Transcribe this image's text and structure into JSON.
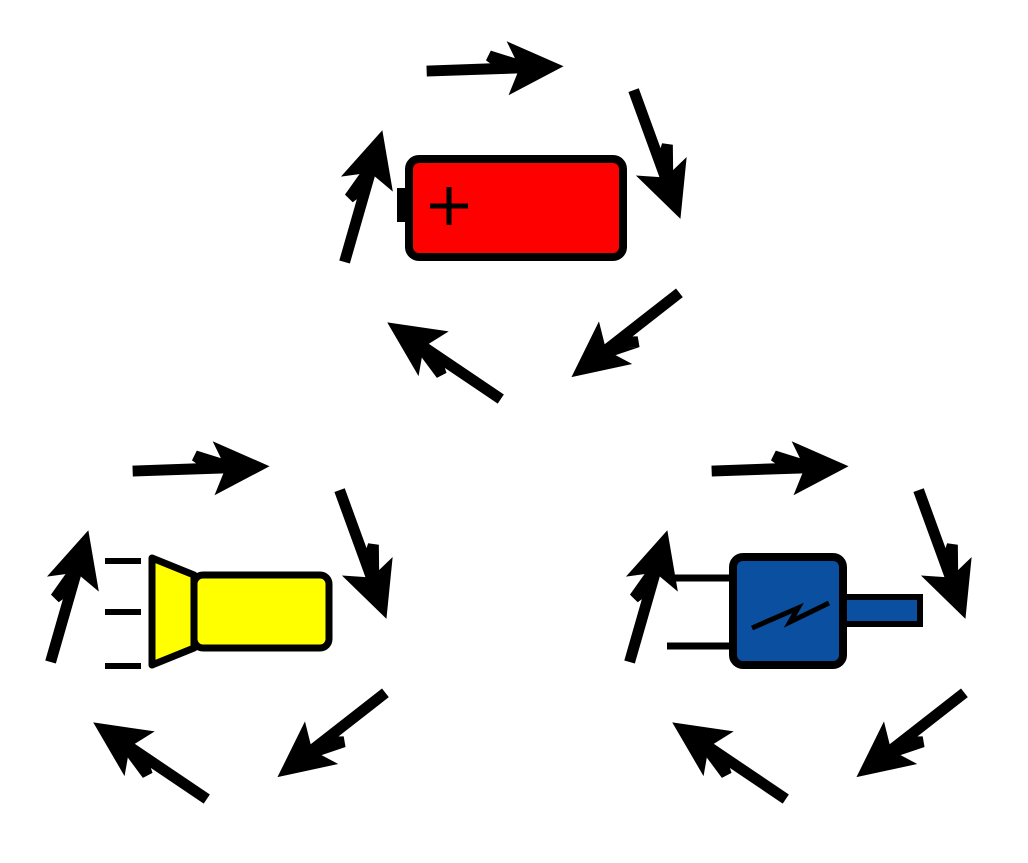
{
  "colors": {
    "background": "#ffffff",
    "outline": "#000000",
    "battery": "#ff0000",
    "flashlight": "#ffff00",
    "plug": "#0b4fa0"
  },
  "groups": [
    {
      "name": "battery-cycle",
      "icon": "battery-icon",
      "color_key": "battery",
      "arrow_count": 5,
      "direction": "clockwise"
    },
    {
      "name": "flashlight-cycle",
      "icon": "flashlight-icon",
      "color_key": "flashlight",
      "arrow_count": 5,
      "direction": "clockwise"
    },
    {
      "name": "plug-cycle",
      "icon": "power-plug-icon",
      "color_key": "plug",
      "arrow_count": 5,
      "direction": "clockwise"
    }
  ]
}
